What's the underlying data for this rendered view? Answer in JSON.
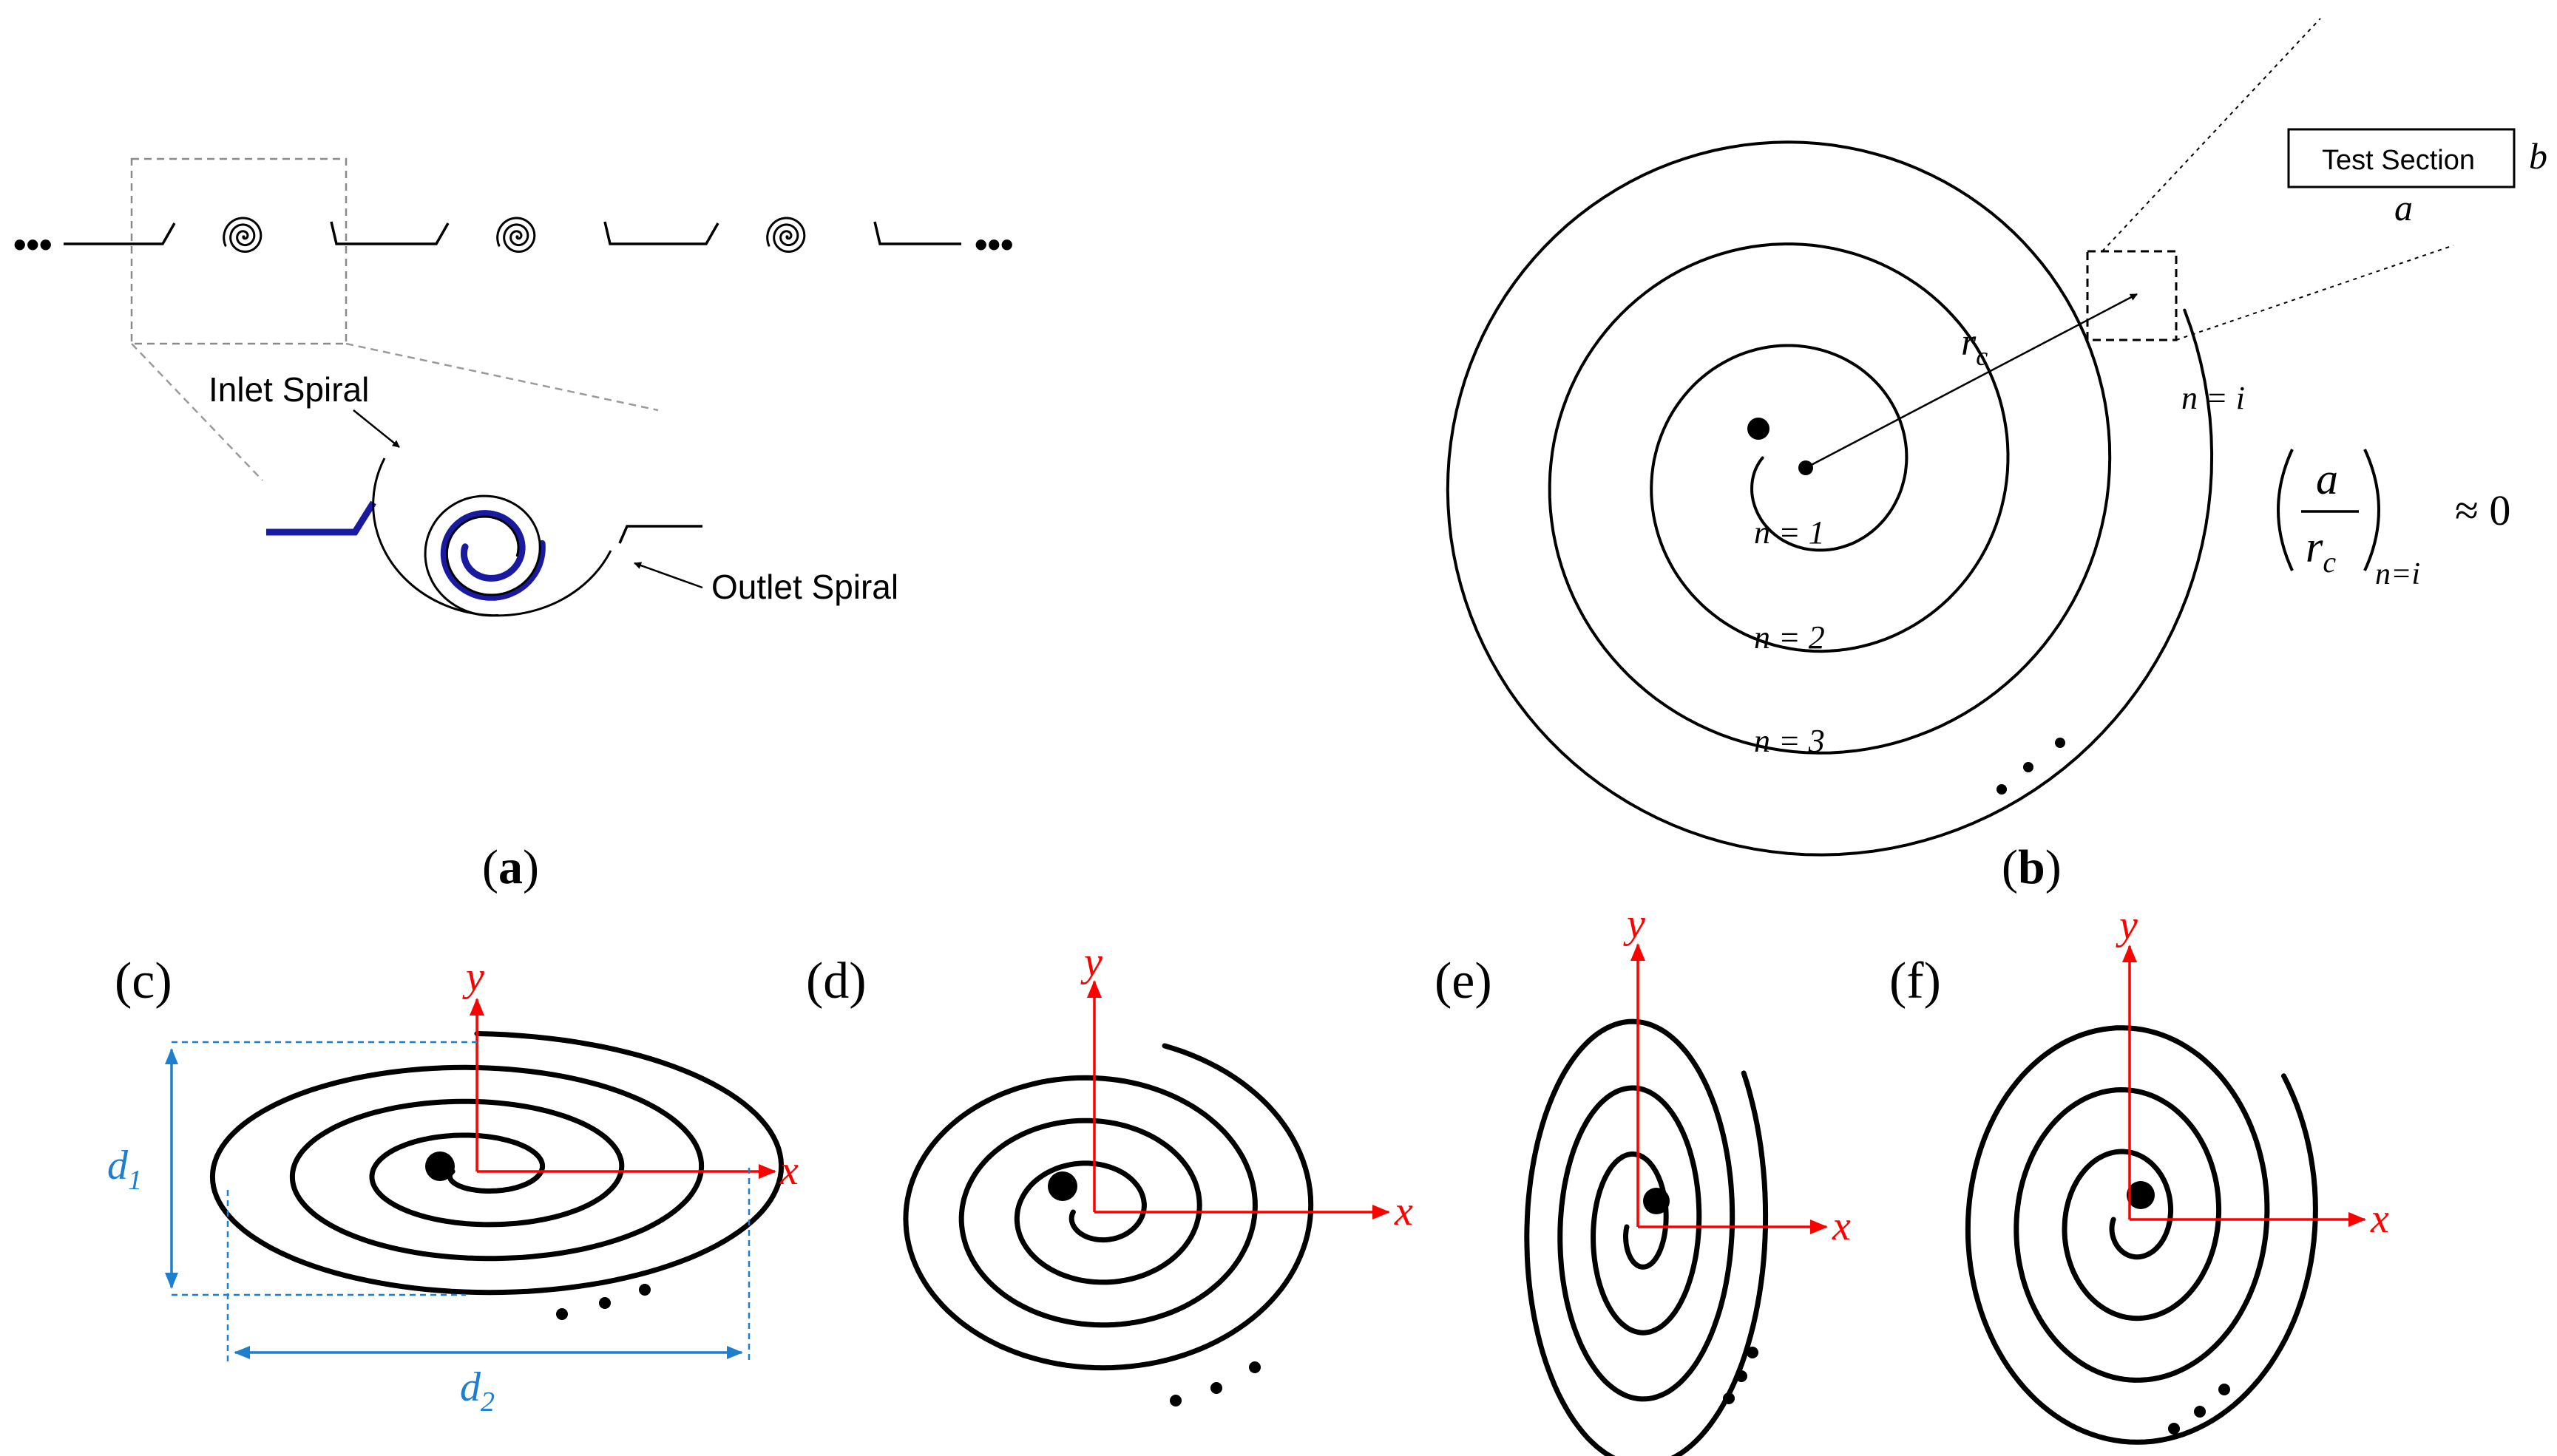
{
  "panels": {
    "a": {
      "label_open": "(",
      "label_letter": "a",
      "label_close": ")",
      "ellipsis_left": "•••",
      "ellipsis_right": "•••",
      "inlet_label": "Inlet Spiral",
      "outlet_label": "Outlet Spiral"
    },
    "b": {
      "label_open": "(",
      "label_letter": "b",
      "label_close": ")",
      "test_section_label": "Test Section",
      "dim_a": "a",
      "dim_b": "b",
      "radius_label": "r",
      "radius_sub": "c",
      "turn_labels": [
        "n = 1",
        "n = 2",
        "n = 3",
        "n = i"
      ],
      "formula": {
        "numerator": "a",
        "denominator": "r",
        "denominator_sub": "c",
        "subscript": "n=i",
        "relation": "≈ 0"
      }
    },
    "c": {
      "label": "(c)",
      "x_axis": "x",
      "y_axis": "y",
      "dim_d1": "d",
      "dim_d1_sub": "1",
      "dim_d2": "d",
      "dim_d2_sub": "2"
    },
    "d": {
      "label": "(d)",
      "x_axis": "x",
      "y_axis": "y"
    },
    "e": {
      "label": "(e)",
      "x_axis": "x",
      "y_axis": "y"
    },
    "f": {
      "label": "(f)",
      "x_axis": "x",
      "y_axis": "y"
    }
  },
  "colors": {
    "stroke": "#000000",
    "inlet_blue": "#1a1aa0",
    "axis_red": "#ff0000",
    "dimension_blue": "#1e7fcf",
    "guide_gray": "#8a8a8a"
  }
}
